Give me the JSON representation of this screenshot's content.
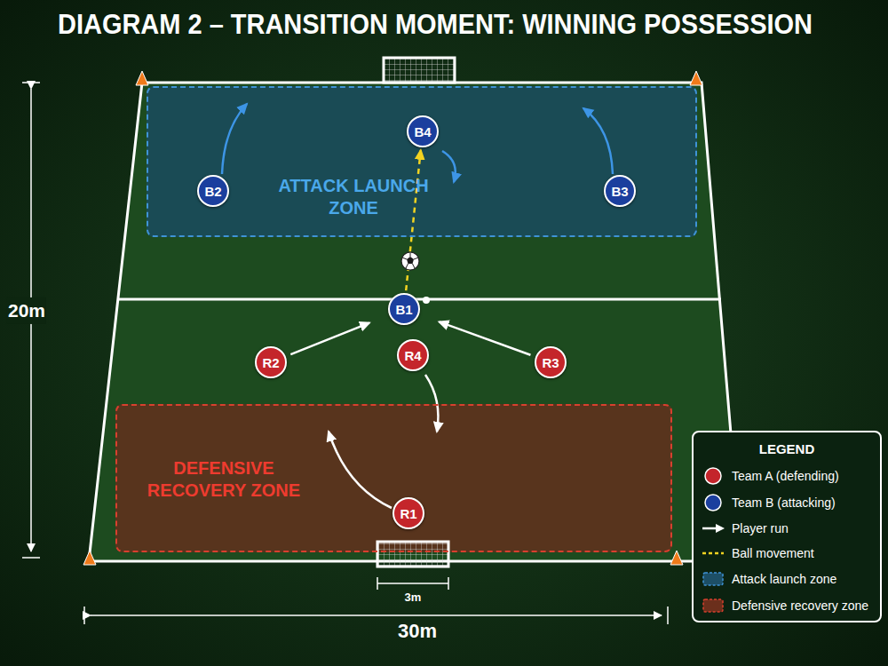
{
  "diagram": {
    "title": "DIAGRAM 2 – TRANSITION MOMENT: WINNING POSSESSION",
    "nodes": [
      {
        "text": [
          "ATTACK LAUNCH ZONE"
        ]
      },
      {
        "text": [
          "B4"
        ],
        "in": 0
      },
      {
        "text": [
          "B2"
        ],
        "in": 0
      },
      {
        "text": [
          "B3"
        ],
        "in": 0
      },
      {
        "text": [
          "B1"
        ]
      },
      {
        "text": [
          "R2"
        ]
      },
      {
        "text": [
          "R4"
        ]
      },
      {
        "text": [
          "R3"
        ]
      },
      {
        "text": [
          "DEFENSIVE RECOVERY ZONE"
        ]
      },
      {
        "text": [
          "R1"
        ],
        "in": 8
      }
    ],
    "edges": [
      {
        "from": 4,
        "to": 1,
        "arrow": "to"
      },
      {
        "from": 5,
        "to": 4,
        "arrow": "to"
      },
      {
        "from": 7,
        "to": 4,
        "arrow": "to"
      }
    ],
    "labels": [
      "20m",
      "3m",
      "30m",
      "LEGEND"
    ],
    "legend": [
      {
        "text": "Team A (defending)",
        "color": "#c4252b"
      },
      {
        "text": "Team B (attacking)",
        "color": "#1b3f9e"
      },
      {
        "text": "Player run"
      },
      {
        "text": "Ball movement"
      },
      {
        "text": "Attack launch zone",
        "color": "#1d4f66"
      },
      {
        "text": "Defensive recovery zone",
        "color": "#6b2f1c"
      }
    ]
  }
}
